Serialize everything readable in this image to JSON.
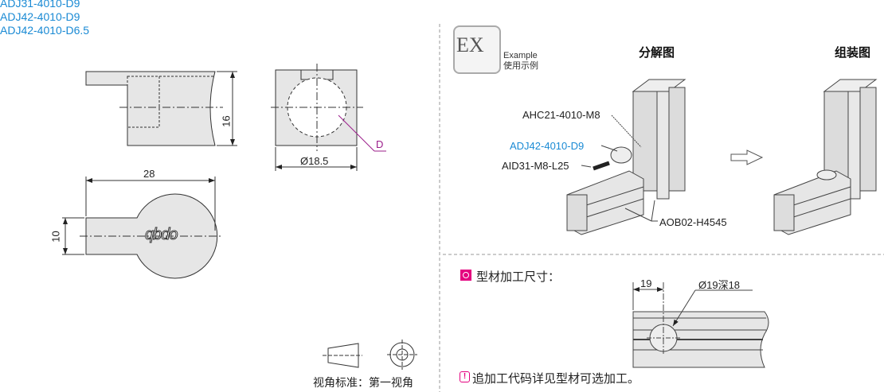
{
  "part_codes": [
    "ADJ31-4010-D9",
    "ADJ42-4010-D9",
    "ADJ42-4010-D6.5"
  ],
  "dimensions": {
    "height": "16",
    "diameter": "Ø18.5",
    "d_label": "D",
    "length": "28",
    "width": "10"
  },
  "logo_text": "qbdo",
  "view_standard": "视角标准：第一视角",
  "example": {
    "badge": "EX",
    "label_en": "Example",
    "label_cn": "使用示例"
  },
  "exploded_title": "分解图",
  "assembled_title": "组装图",
  "callouts": {
    "connector": "AHC21-4010-M8",
    "part": "ADJ42-4010-D9",
    "bolt": "AID31-M8-L25",
    "profile": "AOB02-H4545"
  },
  "machining": {
    "title": "型材加工尺寸：",
    "offset": "19",
    "hole": "Ø19深18"
  },
  "note": "追加工代码详见型材可选加工。",
  "colors": {
    "accent": "#1a8ad4",
    "pink": "#e4007f",
    "purple": "#9b1d8a",
    "fill": "#e6e6e6"
  }
}
